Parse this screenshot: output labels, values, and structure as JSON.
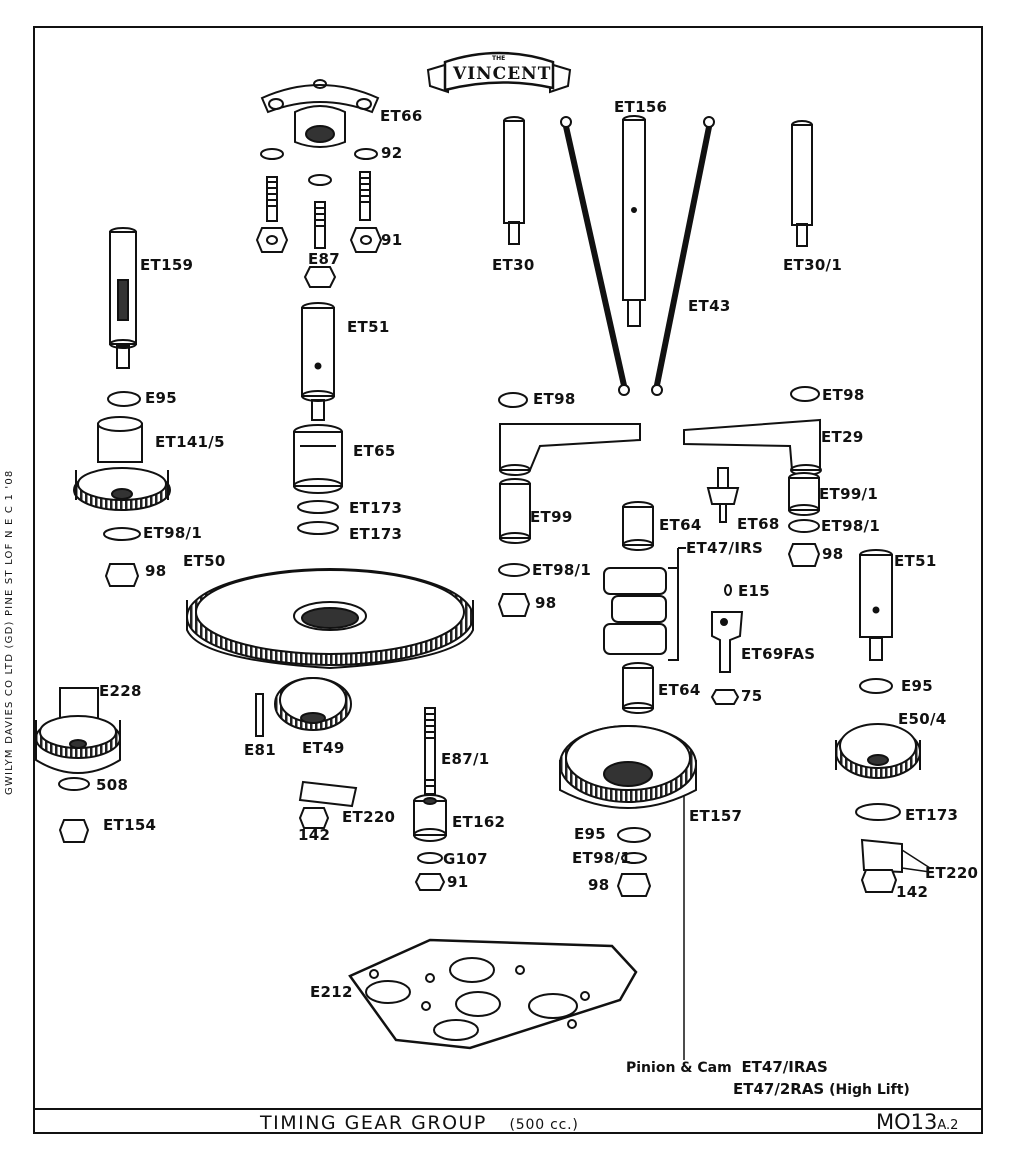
{
  "logo": {
    "small": "THE",
    "brand": "VINCENT"
  },
  "sidebar_text": "GWILYM DAVIES CO LTD (GD) PINE ST LOF  N E C 1 '08",
  "parts": {
    "et66": "ET66",
    "n92": "92",
    "n91a": "91",
    "e87": "E87",
    "et51a": "ET51",
    "et159": "ET159",
    "e95a": "E95",
    "et141": "ET141/5",
    "et98_1a": "ET98/1",
    "n98a": "98",
    "et65": "ET65",
    "et173a": "ET173",
    "et173b": "ET173",
    "et50": "ET50",
    "e228": "E228",
    "n508": "508",
    "et154": "ET154",
    "e81": "E81",
    "et49": "ET49",
    "et220a": "ET220",
    "n142a": "142",
    "e87_1": "E87/1",
    "et162": "ET162",
    "g107": "G107",
    "n91b": "91",
    "e212": "E212",
    "et30": "ET30",
    "et156": "ET156",
    "et43": "ET43",
    "et30_1": "ET30/1",
    "et98a": "ET98",
    "et98b": "ET98",
    "et29": "ET29",
    "et99": "ET99",
    "et68": "ET68",
    "et99_1": "ET99/1",
    "et98_1b": "ET98/1",
    "n98b": "98",
    "et64a": "ET64",
    "et47": "ET47/IRS",
    "et98_1c": "ET98/1",
    "n98c": "98",
    "e15": "E15",
    "et69": "ET69FAS",
    "n75": "75",
    "et64b": "ET64",
    "et51b": "ET51",
    "e95b": "E95",
    "e50_4": "E50/4",
    "et157": "ET157",
    "e95c": "E95",
    "et98_1d": "ET98/1",
    "n98d": "98",
    "et173c": "ET173",
    "et220b": "ET220",
    "n142b": "142"
  },
  "note": {
    "prefix": "Pinion & Cam",
    "line1": "ET47/IRAS",
    "line2": "ET47/2RAS",
    "line2_suffix": "(High Lift)"
  },
  "title": {
    "main": "TIMING GEAR GROUP",
    "sub": "(500 cc.)"
  },
  "drawing_no": {
    "main": "MO13",
    "suffix": "A.2"
  }
}
